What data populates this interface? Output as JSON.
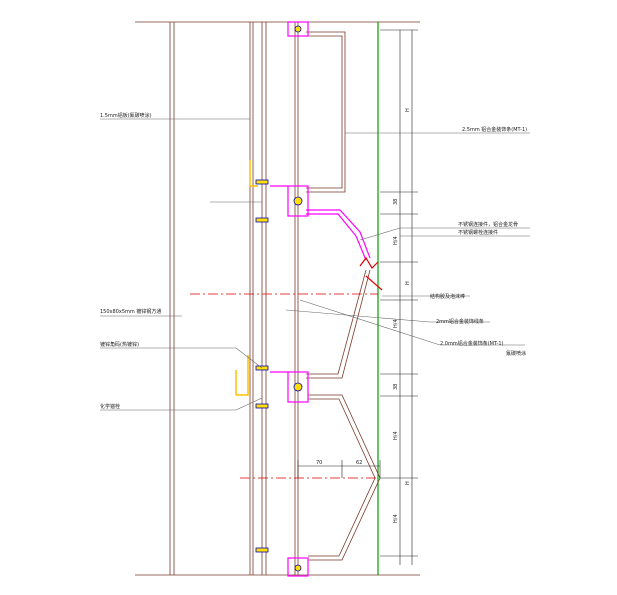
{
  "colors": {
    "background": "#ffffff",
    "wall": "#7a3a2a",
    "profile": "#ff00ff",
    "bracket": "#ffc000",
    "glass": "#00a000",
    "axis": "#e00000",
    "leader": "#666666",
    "bolt": "#0000c0"
  },
  "labels": {
    "panel_top": "1.5mm铝板(氟碳喷涂)",
    "panel_right": "2.5mm 铝合金装饰条(MT-1)",
    "connector_a": "不锈钢连接件，铝合金龙骨",
    "connector_b": "不锈钢螺栓连接件",
    "joint": "结构胶及泡沫棒",
    "aluminum_2mm": "2mm铝合金装饰线条",
    "trim_mt1": "2.0mm铝合金装饰条(MT-1)",
    "trim_mt1_sub": "氟碳喷涂",
    "steel_tube": "150x80x5mm 镀锌钢方通",
    "embed_plate": "镀锌角码(热镀锌)",
    "anchor": "化学锚栓"
  },
  "dims": {
    "d1": "H",
    "d2": "38",
    "d3": "H/4",
    "d4": "H",
    "d5": "H/4",
    "d6": "38",
    "d7": "H/4",
    "d8": "H",
    "d9": "H/4",
    "w1": "70",
    "w2": "62"
  }
}
